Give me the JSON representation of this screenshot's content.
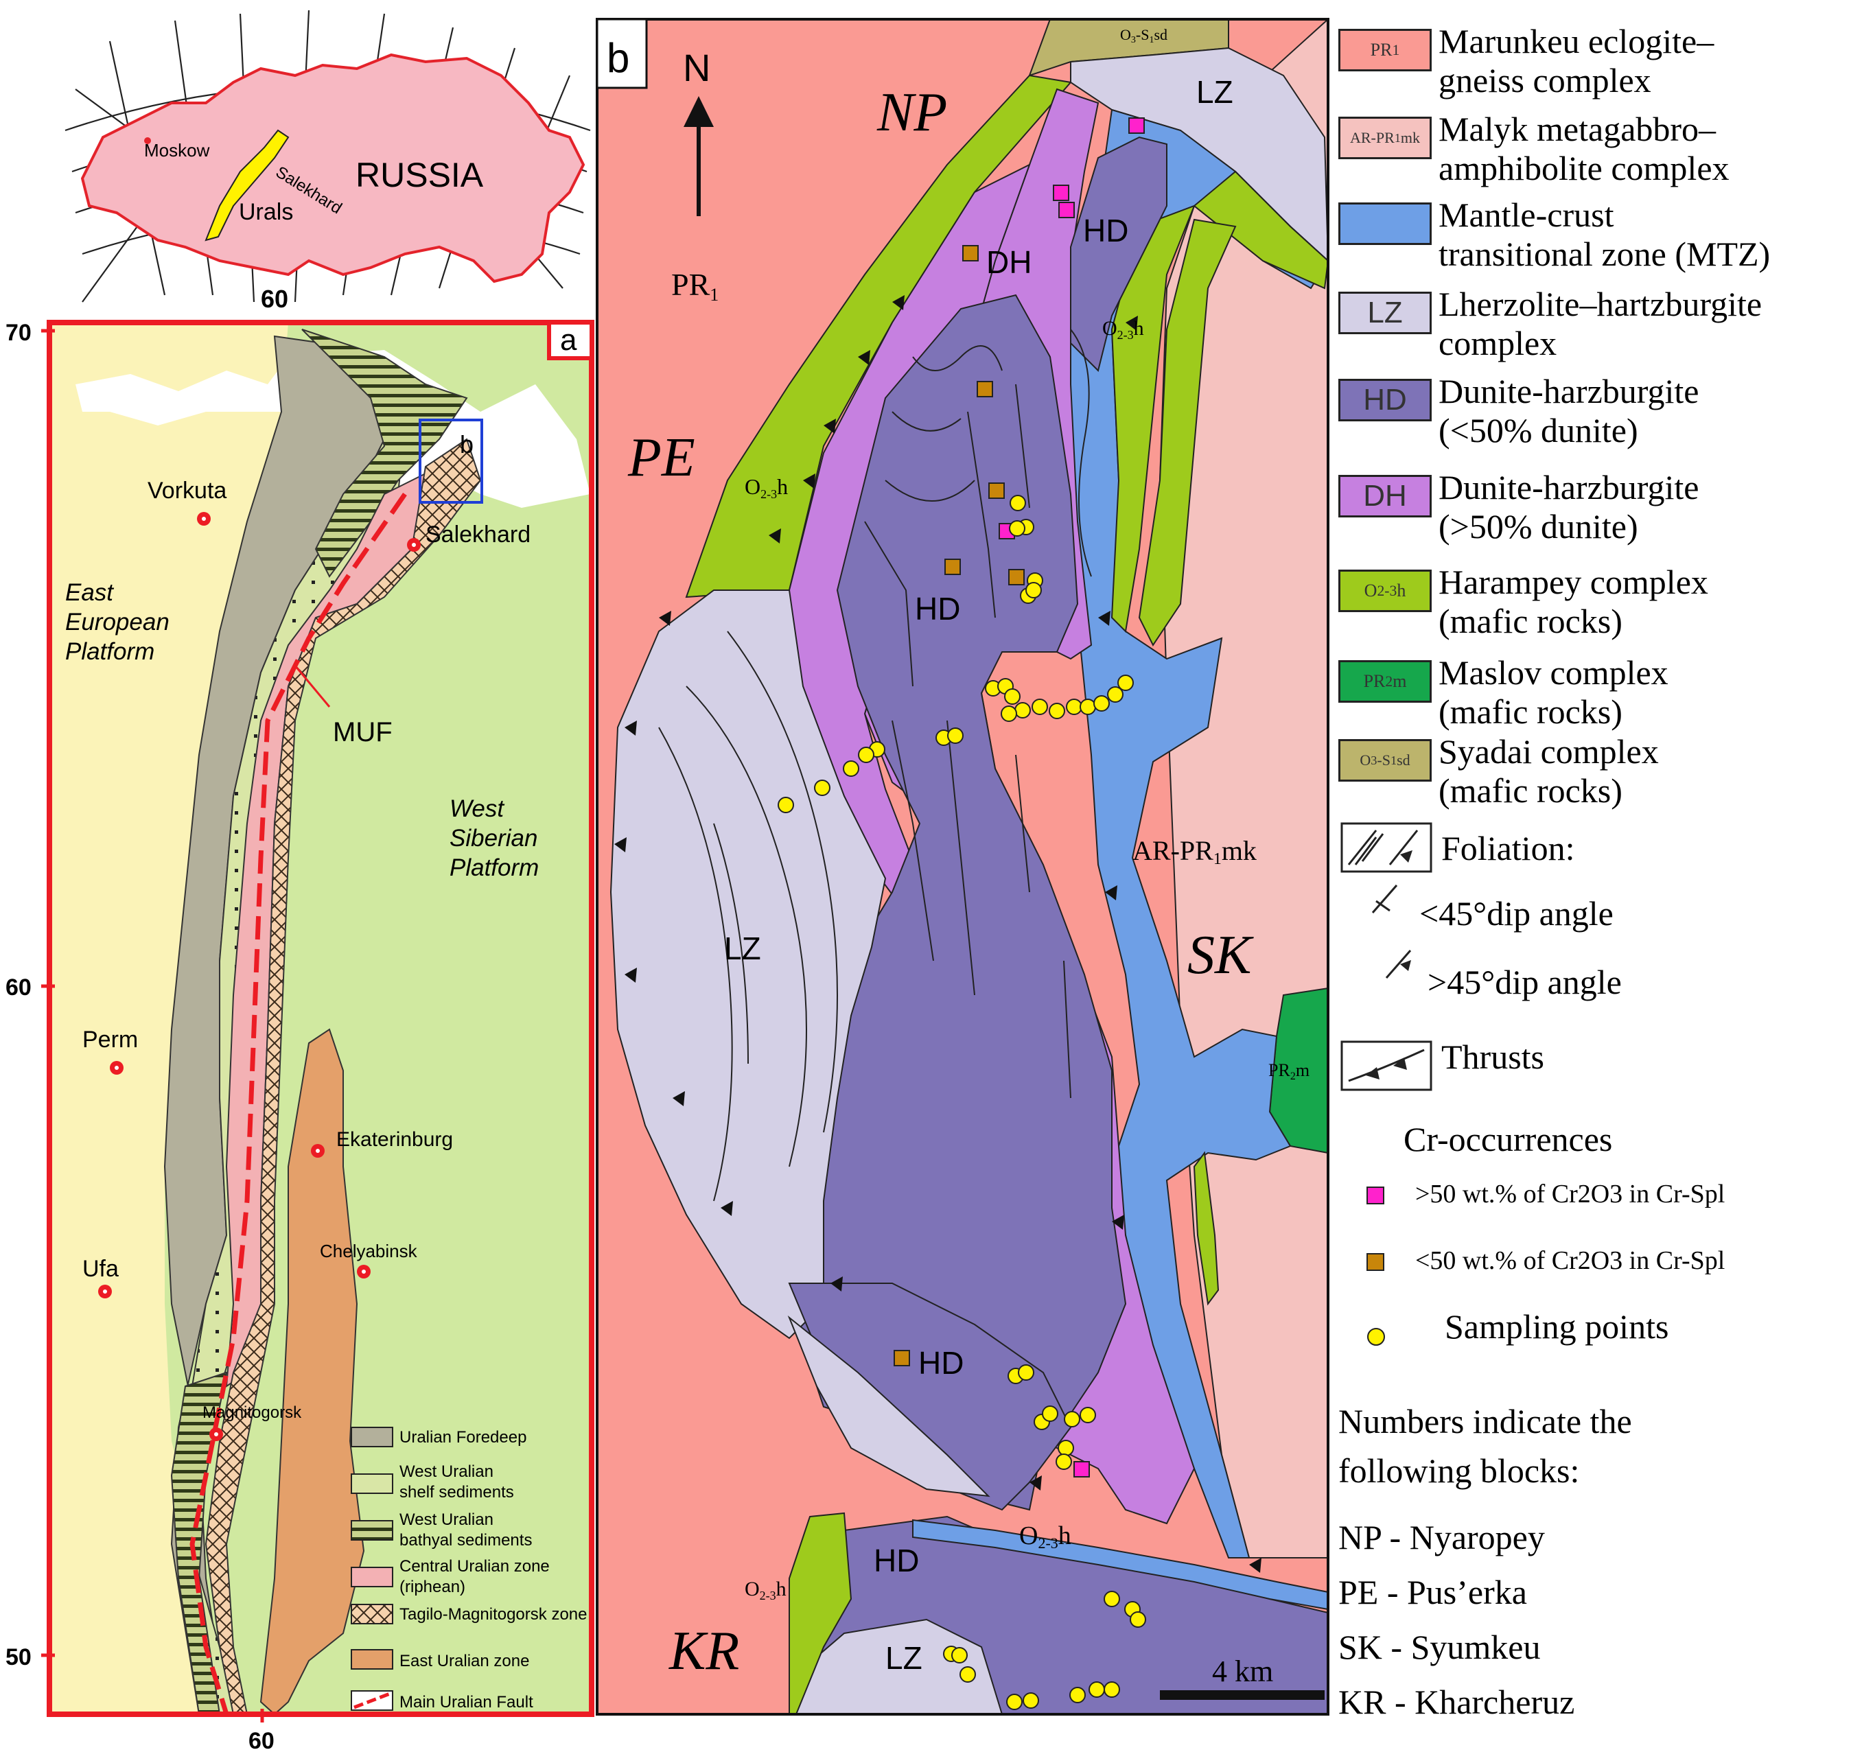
{
  "inset_russia": {
    "country": "RUSSIA",
    "cities": [
      "Moskow",
      "Salekhard"
    ],
    "region": "Urals",
    "lon_label": "60"
  },
  "panel_a": {
    "tag": "a",
    "lat_labels": [
      "70",
      "60",
      "50"
    ],
    "lon_label": "60",
    "cities": [
      "Vorkuta",
      "Salekhard",
      "Perm",
      "Ekaterinburg",
      "Chelyabinsk",
      "Ufa",
      "Magnitogorsk"
    ],
    "platforms": {
      "east": [
        "East",
        "European",
        "Platform"
      ],
      "west": [
        "West",
        "Siberian",
        "Platform"
      ]
    },
    "fault_label": "MUF",
    "box_label": "b",
    "legend": [
      {
        "label": "Uralian Foredeep",
        "color": "#b3b09b"
      },
      {
        "label": "West Uralian shelf sediments",
        "color": "#d9e6a6"
      },
      {
        "label": "West Uralian bathyal sediments",
        "color": "#c8d48e"
      },
      {
        "label": "Central Uralian zone (riphean)",
        "color": "#f3b1b4"
      },
      {
        "label": "Tagilo-Magnitogorsk zone",
        "color": "#f6d2ad"
      },
      {
        "label": "East Uralian zone",
        "color": "#e4a06a"
      },
      {
        "label": "Main Uralian Fault",
        "color": "#ec1c24"
      }
    ]
  },
  "panel_b": {
    "tag": "b",
    "north": "N",
    "block_labels": [
      "NP",
      "PE",
      "SK",
      "KR"
    ],
    "unit_labels": {
      "pr1": "PR",
      "pr1_sub": "1",
      "o23h": "O",
      "o23h_sub": "2-3",
      "h": "h",
      "armk": "AR-PR",
      "armk_sub": "1",
      "mk": "mk",
      "o3s1sd": "O",
      "o3s1sd_sub1": "3",
      "s": "-S",
      "o3s1sd_sub2": "1",
      "sd": "sd",
      "pr2m": "PR",
      "pr2m_sub": "2",
      "m": "m",
      "lz": "LZ",
      "hd": "HD",
      "dh": "DH"
    },
    "scale_label": "4 km"
  },
  "legend": {
    "items": [
      {
        "swatch": "PR",
        "swatch_sub": "1",
        "lines": [
          "Marunkeu eclogite–",
          "gneiss complex"
        ],
        "color": "#fa9a93"
      },
      {
        "swatch": "AR-PR",
        "swatch_sub": "1",
        "swatch_tail": "mk",
        "lines": [
          "Malyk   metagabbro–",
          "amphibolite complex"
        ],
        "color": "#f5c2bf"
      },
      {
        "swatch": "",
        "lines": [
          "Mantle-crust",
          "transitional zone (MTZ)"
        ],
        "color": "#6e9fe6"
      },
      {
        "swatch": "LZ",
        "lines": [
          "Lherzolite–hartzburgite",
          "complex"
        ],
        "color": "#d4d0e6"
      },
      {
        "swatch": "HD",
        "lines": [
          "Dunite-harzburgite",
          "(<50% dunite)"
        ],
        "color": "#7e73b7"
      },
      {
        "swatch": "DH",
        "lines": [
          "Dunite-harzburgite",
          "(>50% dunite)"
        ],
        "color": "#c680e0"
      },
      {
        "swatch": "O",
        "swatch_sub": "2-3",
        "swatch_tail": "h",
        "lines": [
          "Harampey complex",
          "(mafic rocks)"
        ],
        "color": "#9ecb1c"
      },
      {
        "swatch": "PR",
        "swatch_sub": "2",
        "swatch_tail": "m",
        "lines": [
          "Maslov complex",
          "(mafic rocks)"
        ],
        "color": "#16a74c"
      },
      {
        "swatch": "O",
        "swatch_sub": "3",
        "swatch_tail": "-S",
        "swatch_sub2": "1",
        "swatch_tail2": "sd",
        "lines": [
          "Syadai complex",
          "(mafic rocks)"
        ],
        "color": "#bcb46c"
      }
    ],
    "foliation": "Foliation:",
    "dip_low": "<45°dip angle",
    "dip_high": ">45°dip angle",
    "thrusts": "Thrusts",
    "cr_title": "Cr-occurrences",
    "cr_high": ">50 wt.% of Cr2O3 in Cr-Spl",
    "cr_low": "<50 wt.% of Cr2O3 in Cr-Spl",
    "sampling": "Sampling points",
    "cr_high_color": "#ff22cc",
    "cr_low_color": "#c8860a",
    "sampling_color": "#fff200",
    "blocks_title": [
      "Numbers indicate the",
      "following blocks:"
    ],
    "blocks": [
      "NP - Nyaropey",
      "PE - Pus’erka",
      "SK - Syumkeu",
      "KR - Kharcheruz"
    ]
  }
}
